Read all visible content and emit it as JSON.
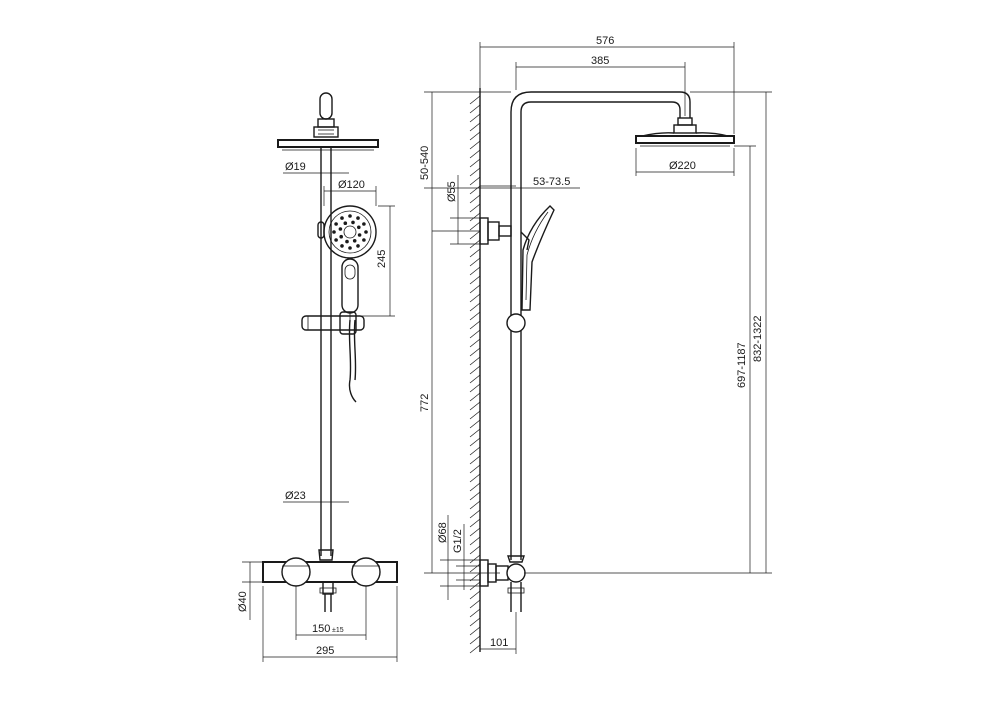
{
  "dimensions": {
    "pipe_diameter": "Ø19",
    "handshower_diameter": "Ø120",
    "handshower_length": "245",
    "bar_diameter": "Ø23",
    "valve_diameter": "Ø40",
    "inlet_spacing": "150",
    "inlet_spacing_tolerance": "±15",
    "overall_width": "295",
    "total_reach": "576",
    "arm_reach": "385",
    "height_adjust": "50-540",
    "wall_bracket_diameter": "Ø55",
    "bracket_offset": "53-73.5",
    "head_diameter": "Ø220",
    "bar_length": "772",
    "escutcheon_diameter": "Ø68",
    "thread": "G1/2",
    "wall_offset": "101",
    "head_height": "697-1187",
    "total_height": "832-1322"
  }
}
